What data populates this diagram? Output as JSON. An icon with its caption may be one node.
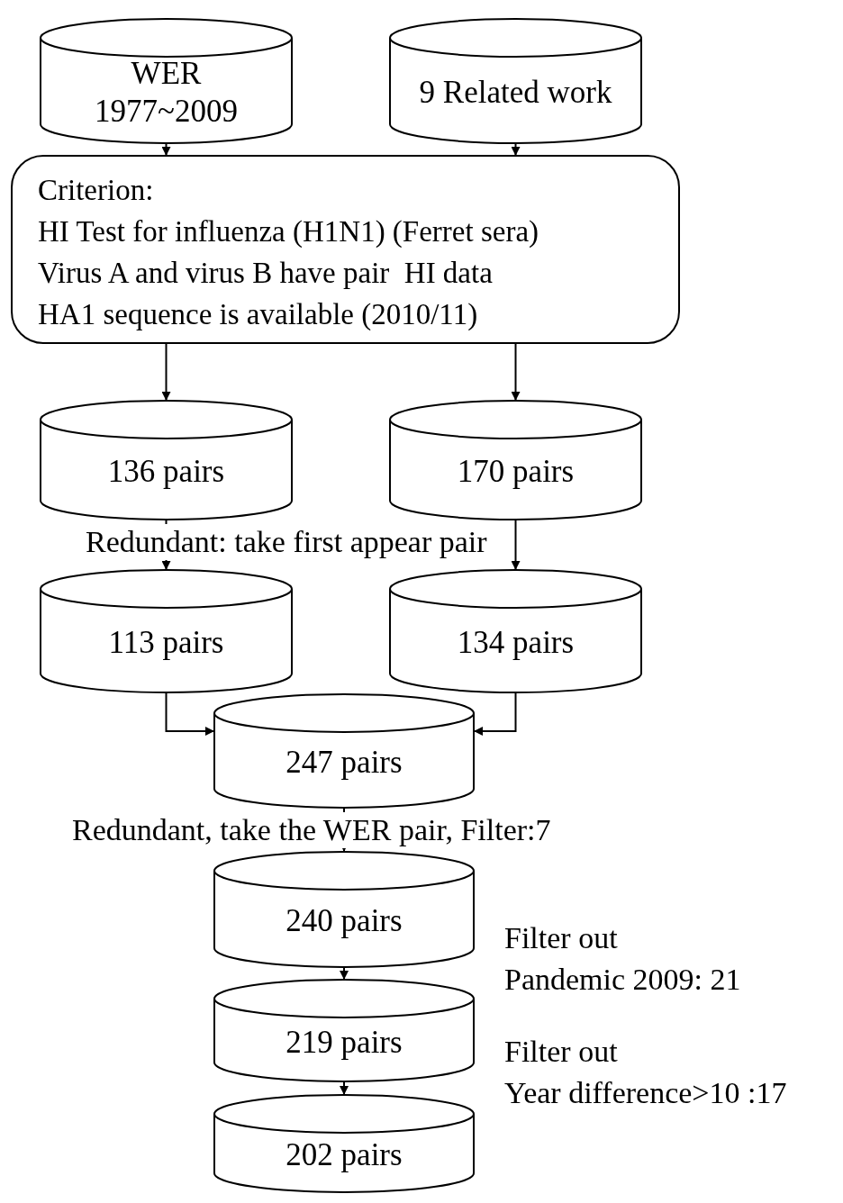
{
  "diagram": {
    "nodes": [
      {
        "text": [
          "WER 1977~2009"
        ]
      },
      {
        "text": [
          "9 Related work"
        ]
      },
      {
        "text": [
          "Criterion:",
          "HI Test for influenza (H1N1) (Ferret sera)",
          "Virus A and virus B have pair  HI data",
          "HA1 sequence is available (2010/11)"
        ]
      },
      {
        "text": [
          "136 pairs"
        ]
      },
      {
        "text": [
          "170 pairs"
        ]
      },
      {
        "text": [
          "113 pairs"
        ]
      },
      {
        "text": [
          "134 pairs"
        ]
      },
      {
        "text": [
          "247 pairs"
        ]
      },
      {
        "text": [
          "240 pairs"
        ]
      },
      {
        "text": [
          "219 pairs"
        ]
      },
      {
        "text": [
          "202 pairs"
        ]
      }
    ],
    "edges": [
      {
        "from": 0,
        "to": 2,
        "arrow": "to"
      },
      {
        "from": 1,
        "to": 2,
        "arrow": "to"
      },
      {
        "from": 2,
        "to": 3,
        "arrow": "to"
      },
      {
        "from": 2,
        "to": 4,
        "arrow": "to"
      },
      {
        "from": 3,
        "to": 5,
        "arrow": "to"
      },
      {
        "from": 4,
        "to": 6,
        "arrow": "to"
      },
      {
        "from": 5,
        "to": 7,
        "arrow": "to"
      },
      {
        "from": 6,
        "to": 7,
        "arrow": "to"
      },
      {
        "from": 7,
        "to": 8,
        "arrow": "to"
      },
      {
        "from": 8,
        "to": 9,
        "arrow": "to"
      },
      {
        "from": 9,
        "to": 10,
        "arrow": "to"
      }
    ],
    "labels": [
      "Redundant: take first appear pair",
      "Redundant, take the WER pair, Filter:7",
      "Filter out",
      "Pandemic 2009: 21",
      "Filter out",
      "Year difference>10 :17"
    ]
  }
}
